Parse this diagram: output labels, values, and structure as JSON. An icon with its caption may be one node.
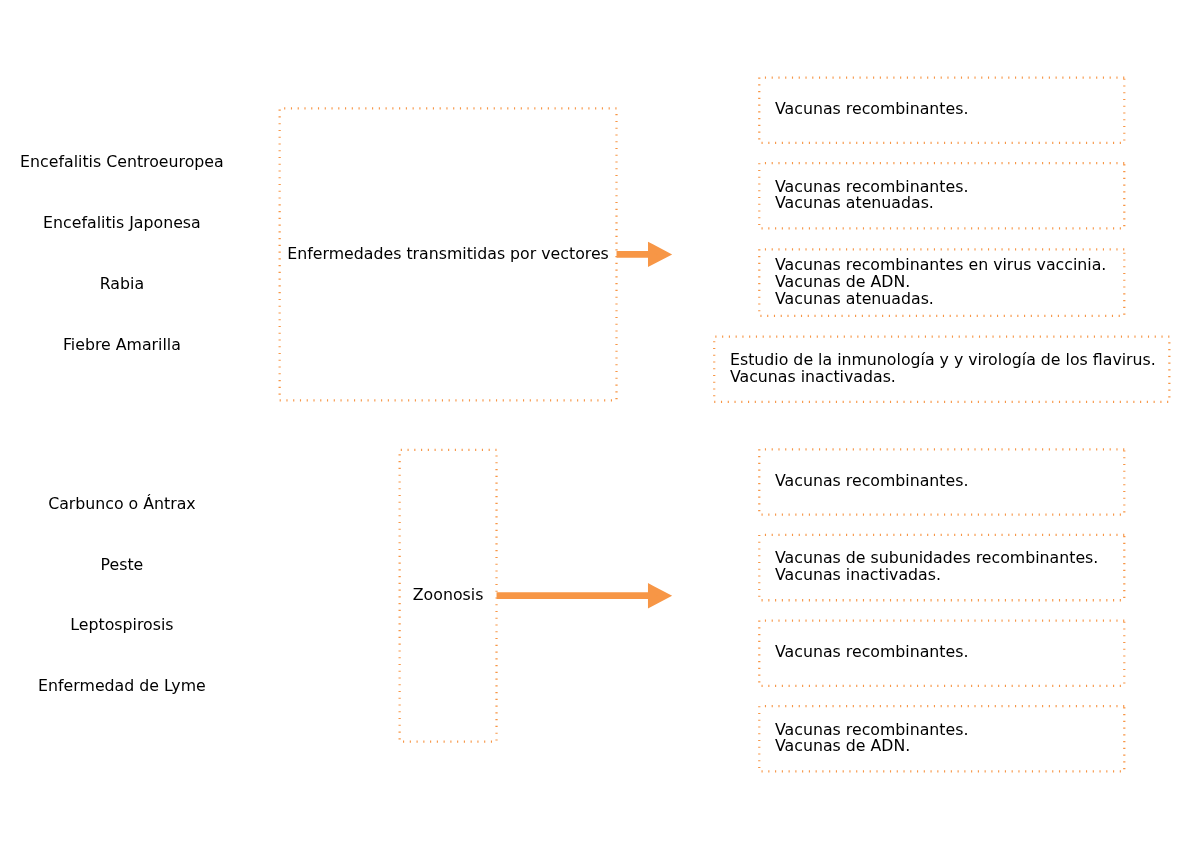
{
  "diagram": {
    "nodes": [
      {
        "text": [
          "Enfermedades transmitidas por vectores"
        ]
      },
      {
        "text": [
          "Zoonosis"
        ]
      },
      {
        "text": [
          "Estudio de la inmunología y y virología de los flavirus.",
          "Vacunas inactivadas."
        ]
      },
      {
        "text": [
          "Vacunas recombinantes en virus vaccinia.",
          "Vacunas de ADN.",
          "Vacunas atenuadas."
        ]
      },
      {
        "text": [
          "Vacunas recombinantes.",
          "Vacunas atenuadas."
        ]
      },
      {
        "text": [
          "Vacunas recombinantes."
        ]
      },
      {
        "text": [
          "Vacunas recombinantes.",
          "Vacunas de ADN."
        ]
      },
      {
        "text": [
          "Vacunas recombinantes."
        ]
      },
      {
        "text": [
          "Vacunas de subunidades recombinantes.",
          "Vacunas inactivadas."
        ]
      },
      {
        "text": [
          "Vacunas recombinantes."
        ]
      }
    ],
    "edges": [
      {
        "from": 0,
        "to": null,
        "arrow": "to"
      },
      {
        "from": 1,
        "to": null,
        "arrow": "to"
      }
    ],
    "labels": [
      "Fiebre Amarilla",
      "Rabia",
      "Encefalitis Japonesa",
      "Encefalitis Centroeuropea",
      "Enfermedad de Lyme",
      "Leptospirosis",
      "Peste",
      "Carbunco o Ántrax"
    ]
  }
}
